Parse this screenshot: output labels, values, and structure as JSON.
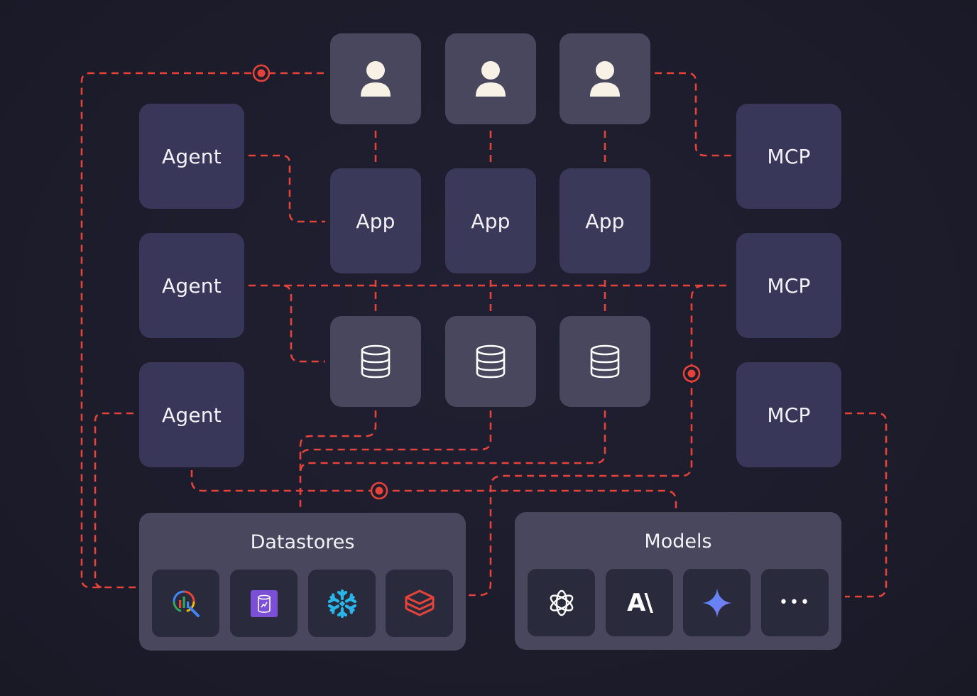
{
  "nodes": {
    "agents": [
      "Agent",
      "Agent",
      "Agent"
    ],
    "apps": [
      "App",
      "App",
      "App"
    ],
    "mcps": [
      "MCP",
      "MCP",
      "MCP"
    ],
    "users": [
      "user-icon",
      "user-icon",
      "user-icon"
    ],
    "databases": [
      "database-icon",
      "database-icon",
      "database-icon"
    ]
  },
  "datastores": {
    "title": "Datastores",
    "icons": [
      "bigquery-icon",
      "cylinder-db-icon",
      "snowflake-icon",
      "databricks-icon"
    ]
  },
  "models": {
    "title": "Models",
    "icons": [
      "openai-icon",
      "anthropic-icon",
      "gemini-icon",
      "more-icon"
    ],
    "anthropic_label": "A\\",
    "more_label": "•••"
  },
  "colors": {
    "background": "#1c1c2b",
    "connector": "#e5433a",
    "node": "#48475d",
    "node_alt": "#38375a",
    "tile": "#2a2a3d",
    "text": "#f2f2f6"
  }
}
